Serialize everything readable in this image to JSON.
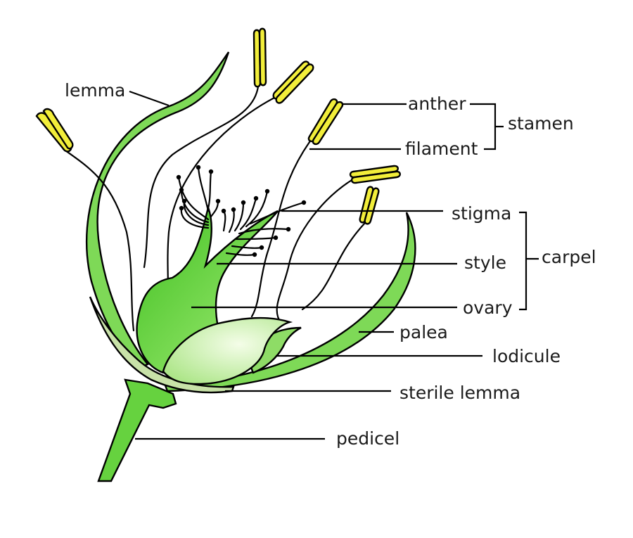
{
  "labels": {
    "lemma": "lemma",
    "anther": "anther",
    "filament": "filament",
    "stamen": "stamen",
    "stigma": "stigma",
    "style": "style",
    "ovary": "ovary",
    "carpel": "carpel",
    "palea": "palea",
    "lodicule": "lodicule",
    "sterile_lemma": "sterile lemma",
    "pedicel": "pedicel"
  },
  "colors": {
    "green_fill": "#7ed957",
    "green_dark": "#4bb52a",
    "green_light": "#d8f5b8",
    "anther_yellow": "#f2ee3a",
    "ink": "#000000"
  }
}
